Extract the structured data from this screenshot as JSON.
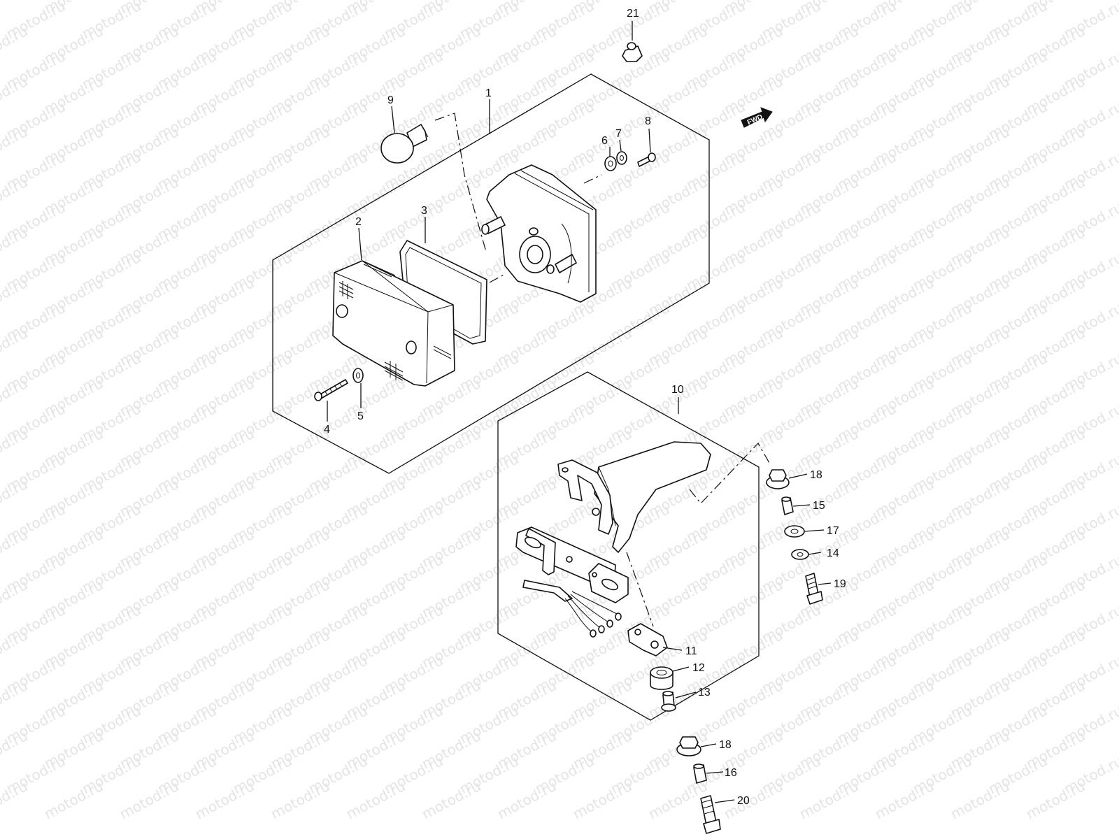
{
  "watermark": "motod.ru",
  "fwd_label": "FWD",
  "callouts": [
    "1",
    "2",
    "3",
    "4",
    "5",
    "6",
    "7",
    "8",
    "9",
    "10",
    "11",
    "12",
    "13",
    "14",
    "15",
    "16",
    "17",
    "18",
    "19",
    "20",
    "21"
  ],
  "callout_18_second": "18"
}
